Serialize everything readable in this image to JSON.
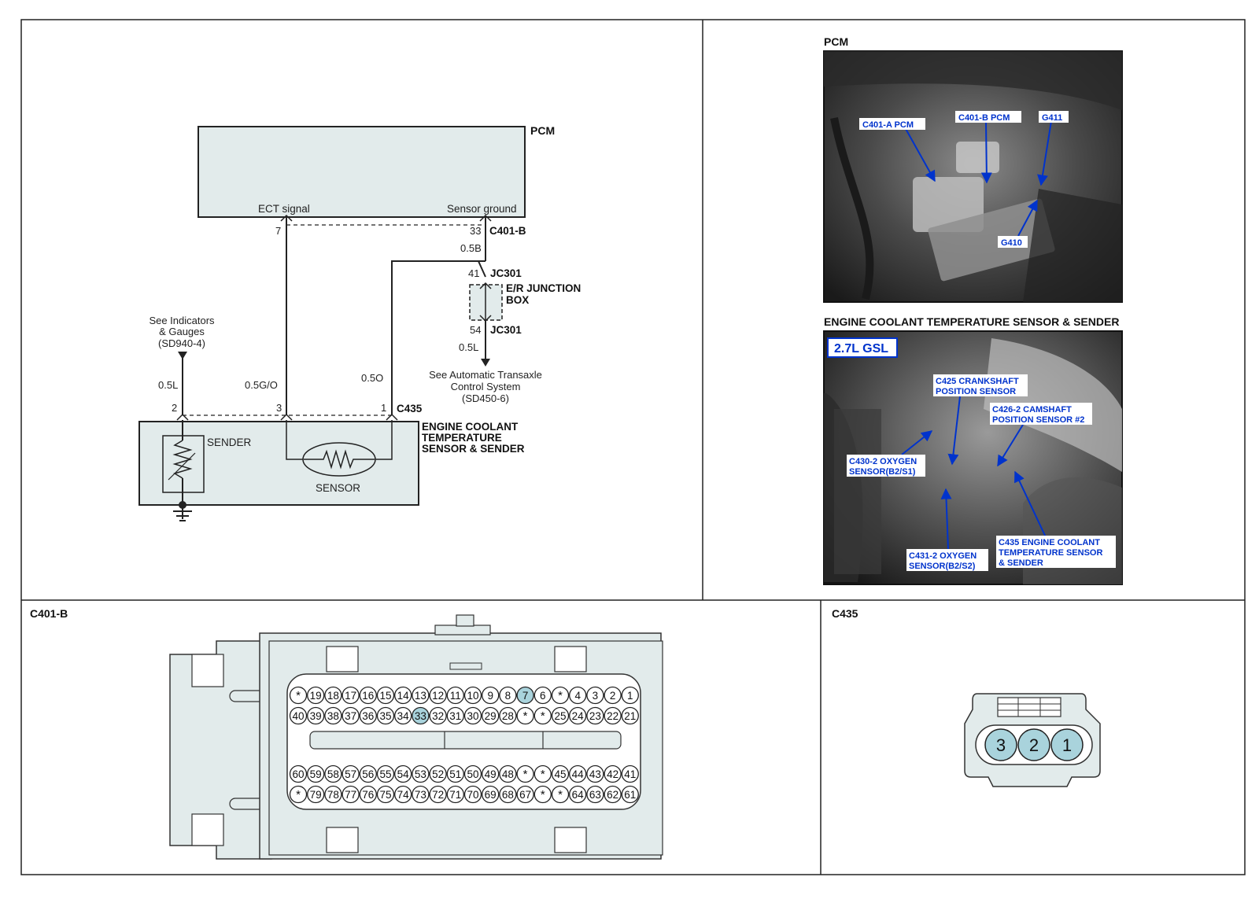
{
  "schematic": {
    "pcm_label": "PCM",
    "ect_signal": "ECT signal",
    "sensor_ground": "Sensor ground",
    "pin_7": "7",
    "pin_33": "33",
    "c401b": "C401-B",
    "wire_05B": "0.5B",
    "pin_41": "41",
    "jc301_top": "JC301",
    "junction_line1": "E/R  JUNCTION",
    "junction_line2": "BOX",
    "pin_54": "54",
    "jc301_bottom": "JC301",
    "wire_05L_right": "0.5L",
    "see_atcs": [
      "See Automatic Transaxle",
      "Control System",
      "(SD450-6)"
    ],
    "see_gauges": [
      "See Indicators",
      "& Gauges",
      "(SD940-4)"
    ],
    "wire_05L_left": "0.5L",
    "wire_05GO": "0.5G/O",
    "wire_05O": "0.5O",
    "pin_2": "2",
    "pin_3": "3",
    "pin_1": "1",
    "c435": "C435",
    "ect_title": [
      "ENGINE  COOLANT",
      "TEMPERATURE",
      "SENSOR  &  SENDER"
    ],
    "sender": "SENDER",
    "sensor": "SENSOR"
  },
  "photo_pcm": {
    "title": "PCM",
    "callouts": [
      "C401-A PCM",
      "C401-B PCM",
      "G411",
      "G410"
    ]
  },
  "photo_ect": {
    "title": "ENGINE COOLANT TEMPERATURE SENSOR & SENDER",
    "badge": "2.7L GSL",
    "callouts": [
      [
        "C425 CRANKSHAFT",
        "POSITION SENSOR"
      ],
      [
        "C426-2 CAMSHAFT",
        "POSITION SENSOR #2"
      ],
      [
        "C430-2 OXYGEN",
        "SENSOR(B2/S1)"
      ],
      [
        "C431-2 OXYGEN",
        "SENSOR(B2/S2)"
      ],
      [
        "C435 ENGINE COOLANT",
        "TEMPERATURE SENSOR",
        "& SENDER"
      ]
    ]
  },
  "connector_c401b": {
    "title": "C401-B",
    "row1": [
      "*",
      "19",
      "18",
      "17",
      "16",
      "15",
      "14",
      "13",
      "12",
      "11",
      "10",
      "9",
      "8",
      "7",
      "6",
      "*",
      "4",
      "3",
      "2",
      "1"
    ],
    "row2": [
      "40",
      "39",
      "38",
      "37",
      "36",
      "35",
      "34",
      "33",
      "32",
      "31",
      "30",
      "29",
      "28",
      "*",
      "*",
      "25",
      "24",
      "23",
      "22",
      "21"
    ],
    "row3": [
      "60",
      "59",
      "58",
      "57",
      "56",
      "55",
      "54",
      "53",
      "52",
      "51",
      "50",
      "49",
      "48",
      "*",
      "*",
      "45",
      "44",
      "43",
      "42",
      "41"
    ],
    "row4": [
      "*",
      "79",
      "78",
      "77",
      "76",
      "75",
      "74",
      "73",
      "72",
      "71",
      "70",
      "69",
      "68",
      "67",
      "*",
      "*",
      "64",
      "63",
      "62",
      "61"
    ],
    "highlight": [
      "7",
      "33"
    ]
  },
  "connector_c435": {
    "title": "C435",
    "pins": [
      "3",
      "2",
      "1"
    ]
  },
  "colors": {
    "highlight": "#a9d3dc",
    "box_fill": "#e2ebeb",
    "callout": "#0033cc"
  }
}
